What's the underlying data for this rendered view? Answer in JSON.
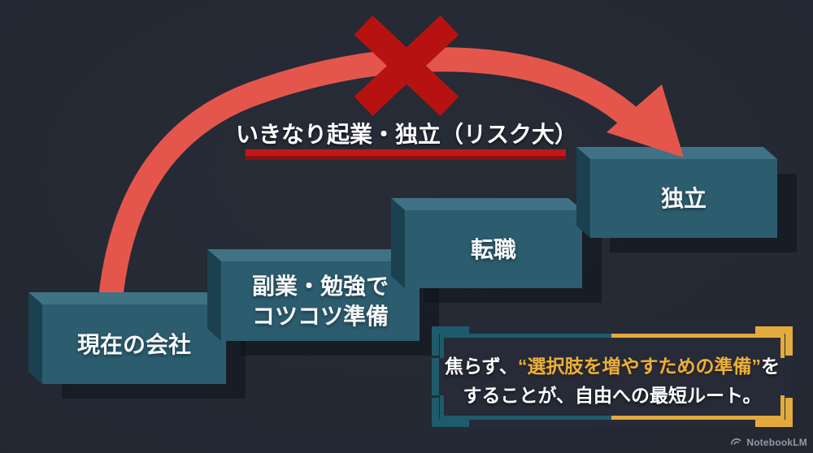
{
  "background_color": "#232833",
  "risky_route": {
    "label": "いきなり起業・独立（リスク大）",
    "arrow_color": "#e4564c",
    "cross_color": "#b61212",
    "underline_color": "#c41717"
  },
  "steps": [
    {
      "lines": [
        "現在の会社"
      ]
    },
    {
      "lines": [
        "副業・勉強で",
        "コツコツ準備"
      ]
    },
    {
      "lines": [
        "転職"
      ]
    },
    {
      "lines": [
        "独立"
      ]
    }
  ],
  "step_colors": {
    "front": "#2c5d6f",
    "top": "#3e7284",
    "side": "#1b4150"
  },
  "conclusion": {
    "part1": "焦らず、",
    "highlight": "“選択肢を増やすための準備”",
    "part2": "を",
    "line2": "することが、自由への最短ルート。",
    "highlight_color": "#e8b13c",
    "frame_teal_color": "#1e5b6c",
    "frame_gold_color": "#e3aa3e"
  },
  "watermark": {
    "label": "NotebookLM"
  }
}
